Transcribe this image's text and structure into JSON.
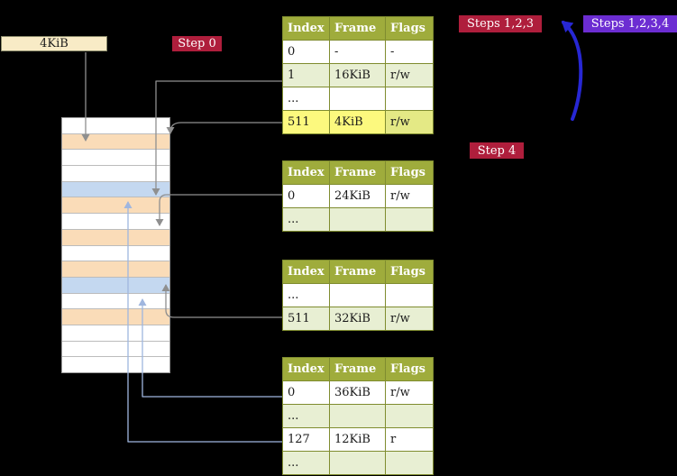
{
  "colors": {
    "crimson": "#AF1E3C",
    "purple": "#6C2DD2",
    "blue_arrow": "#2727D4",
    "light_blue_arrow": "#9FB6DF",
    "gray_arrow": "#8F8F8F",
    "table_header_bg": "#9FAC3C",
    "table_border": "#7F8C2F",
    "row_green": "#E8EFD3",
    "row_white": "#FFFFFF",
    "highlight_yellow": "#FCF97E",
    "highlight_yellowgreen": "#E4E985",
    "mem_peach": "#FADCB8",
    "mem_blue": "#C4D8F0",
    "label_box_bg": "#F8EBC6"
  },
  "labels": {
    "frame_size": "4KiB",
    "step0": "Step 0",
    "steps123": "Steps 1,2,3",
    "step4": "Step 4",
    "steps1234": "Steps 1,2,3,4"
  },
  "memory_column": {
    "rows": [
      "white",
      "peach",
      "white",
      "white",
      "blue",
      "peach",
      "white",
      "peach",
      "white",
      "peach",
      "blue",
      "white",
      "peach",
      "white",
      "white",
      "white"
    ]
  },
  "tables": [
    {
      "name": "top-level-page-table",
      "headers": [
        "Index",
        "Frame",
        "Flags"
      ],
      "rows": [
        {
          "cells": [
            "0",
            "-",
            "-"
          ],
          "bg": "white"
        },
        {
          "cells": [
            "1",
            "16KiB",
            "r/w"
          ],
          "bg": "green"
        },
        {
          "cells": [
            "...",
            "",
            ""
          ],
          "bg": "white"
        },
        {
          "cells": [
            "511",
            "4KiB",
            "r/w"
          ],
          "bg": "yellow",
          "cell_bgs": [
            "yellow",
            "yellow",
            "yellowgreen"
          ]
        }
      ]
    },
    {
      "name": "second-level-page-table-a",
      "headers": [
        "Index",
        "Frame",
        "Flags"
      ],
      "rows": [
        {
          "cells": [
            "0",
            "24KiB",
            "r/w"
          ],
          "bg": "white"
        },
        {
          "cells": [
            "...",
            "",
            ""
          ],
          "bg": "green"
        }
      ]
    },
    {
      "name": "second-level-page-table-b",
      "headers": [
        "Index",
        "Frame",
        "Flags"
      ],
      "rows": [
        {
          "cells": [
            "...",
            "",
            ""
          ],
          "bg": "white"
        },
        {
          "cells": [
            "511",
            "32KiB",
            "r/w"
          ],
          "bg": "green"
        }
      ]
    },
    {
      "name": "second-level-page-table-c",
      "headers": [
        "Index",
        "Frame",
        "Flags"
      ],
      "rows": [
        {
          "cells": [
            "0",
            "36KiB",
            "r/w"
          ],
          "bg": "white"
        },
        {
          "cells": [
            "...",
            "",
            ""
          ],
          "bg": "green"
        },
        {
          "cells": [
            "127",
            "12KiB",
            "r"
          ],
          "bg": "white"
        },
        {
          "cells": [
            "...",
            "",
            ""
          ],
          "bg": "green"
        }
      ]
    }
  ]
}
